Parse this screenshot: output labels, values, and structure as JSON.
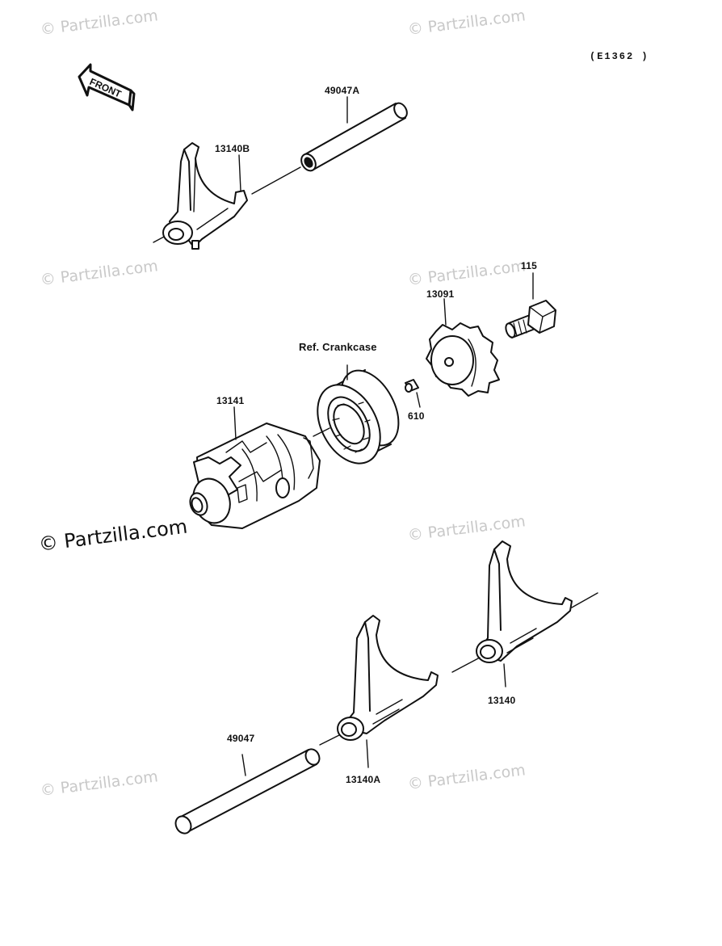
{
  "diagram": {
    "code": "(E1362 )",
    "front_label": "FRONT",
    "labels": {
      "shaft_a": "49047A",
      "fork_b": "13140B",
      "bolt": "115",
      "stopper": "13091",
      "crankcase": "Ref. Crankcase",
      "drum": "13141",
      "pin": "610",
      "fork": "13140",
      "shaft": "49047",
      "fork_a": "13140A"
    }
  },
  "watermark": {
    "text": "© Partzilla.com"
  }
}
